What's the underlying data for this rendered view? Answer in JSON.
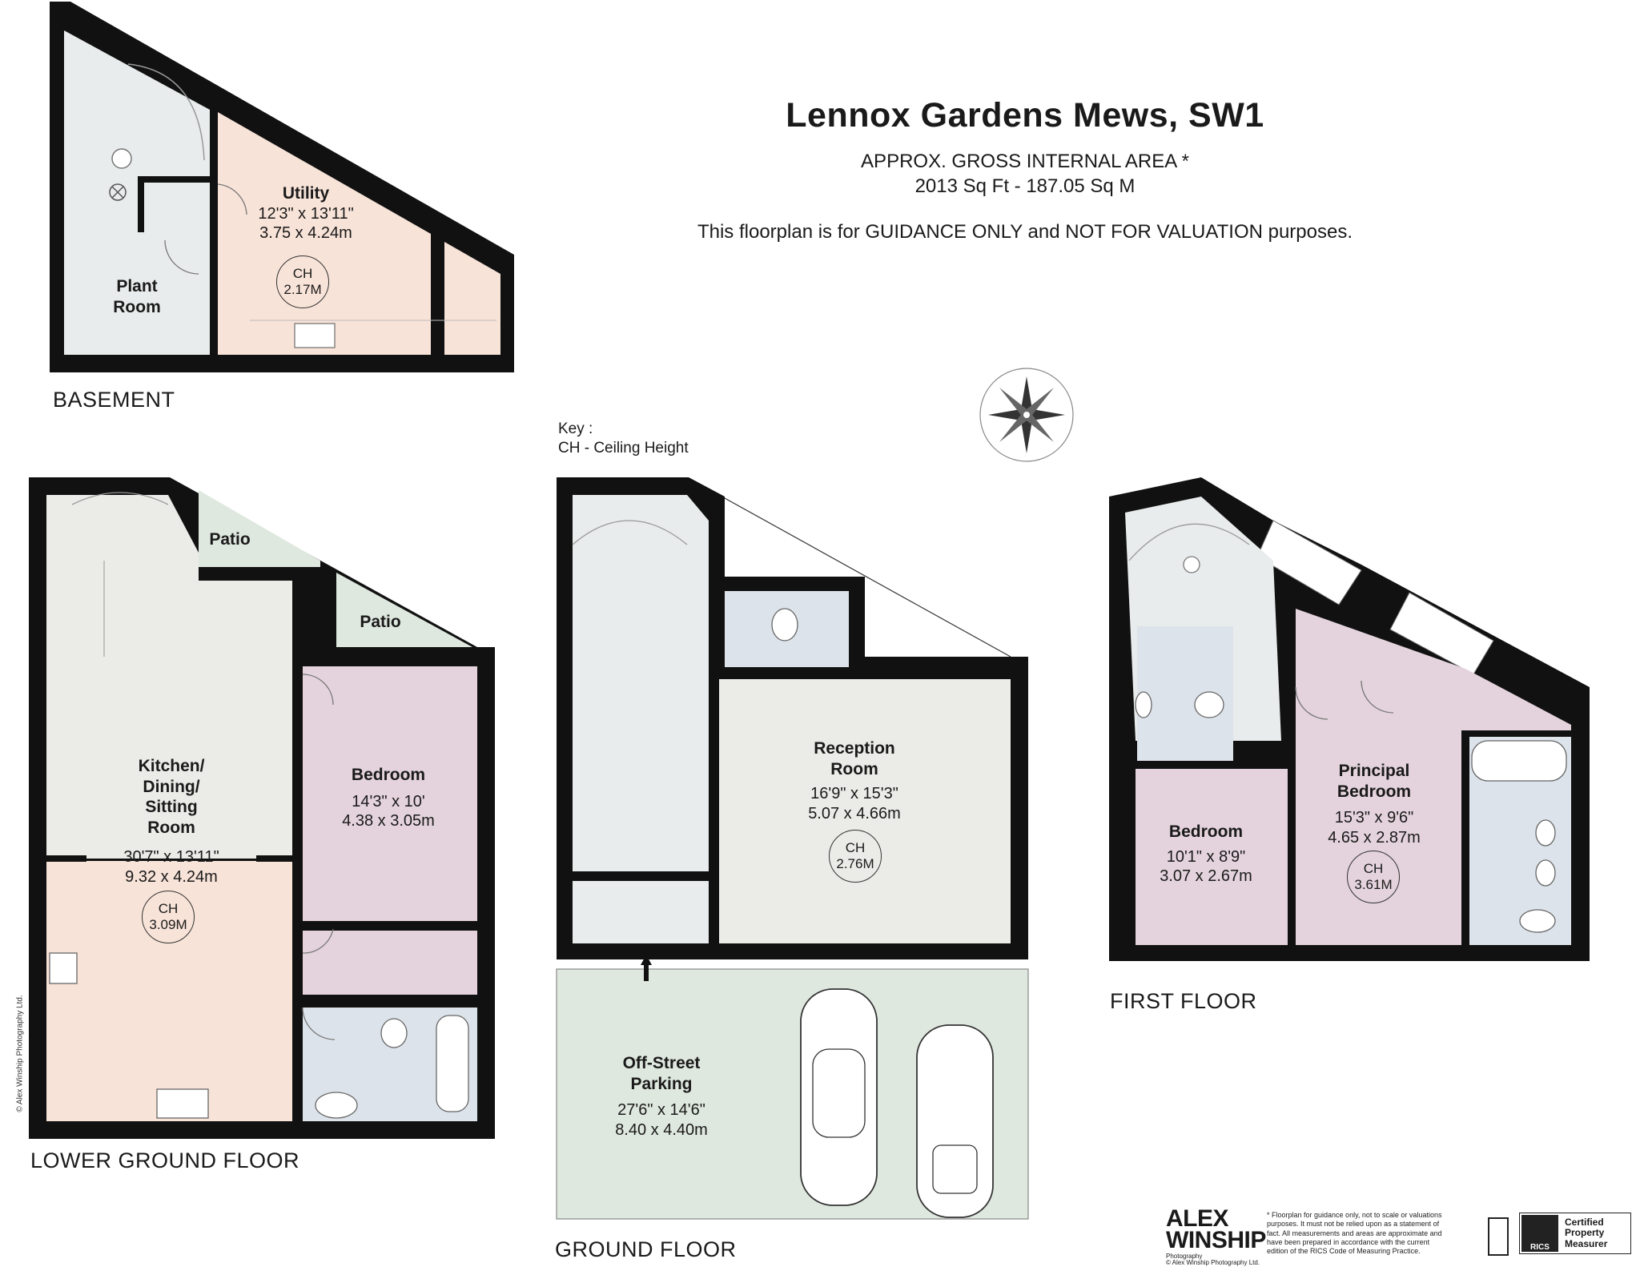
{
  "header": {
    "title": "Lennox Gardens Mews, SW1",
    "area_label": "APPROX. GROSS INTERNAL  AREA *",
    "area_value": "2013 Sq Ft  -  187.05 Sq M",
    "guidance": "This floorplan is for GUIDANCE ONLY and NOT FOR VALUATION purposes."
  },
  "key": {
    "title": "Key :",
    "entry": "CH - Ceiling Height"
  },
  "floors": {
    "basement": "BASEMENT",
    "lower_ground": "LOWER GROUND FLOOR",
    "ground": "GROUND FLOOR",
    "first": "FIRST FLOOR"
  },
  "rooms": {
    "plant_room": {
      "name": "Plant\nRoom"
    },
    "utility": {
      "name": "Utility",
      "imperial": "12'3\" x 13'11\"",
      "metric": "3.75 x 4.24m",
      "ch_label": "CH",
      "ch_value": "2.17M"
    },
    "patio_1": {
      "name": "Patio"
    },
    "patio_2": {
      "name": "Patio"
    },
    "kitchen": {
      "name": "Kitchen/\nDining/\nSitting\nRoom",
      "imperial": "30'7\" x 13'11\"",
      "metric": "9.32 x 4.24m",
      "ch_label": "CH",
      "ch_value": "3.09M"
    },
    "lg_bedroom": {
      "name": "Bedroom",
      "imperial": "14'3\" x 10'",
      "metric": "4.38 x 3.05m"
    },
    "reception": {
      "name": "Reception\nRoom",
      "imperial": "16'9\" x 15'3\"",
      "metric": "5.07 x 4.66m",
      "ch_label": "CH",
      "ch_value": "2.76M"
    },
    "parking": {
      "name": "Off-Street\nParking",
      "imperial": "27'6\" x 14'6\"",
      "metric": "8.40 x 4.40m"
    },
    "ff_bedroom": {
      "name": "Bedroom",
      "imperial": "10'1\" x 8'9\"",
      "metric": "3.07 x 2.67m"
    },
    "principal": {
      "name": "Principal\nBedroom",
      "imperial": "15'3\" x 9'6\"",
      "metric": "4.65 x 2.87m",
      "ch_label": "CH",
      "ch_value": "3.61M"
    }
  },
  "footer": {
    "logo_line1": "ALEX",
    "logo_line2": "WINSHIP",
    "logo_sub": "Photography",
    "logo_credit": "© Alex Winship Photography Ltd.",
    "disclaimer": "* Floorplan for guidance only, not to scale or valuations purposes. It must not be relied upon as a statement of fact. All measurements and areas are approximate and have been prepared in accordance with the current edition of the RICS Code of Measuring Practice.",
    "rics_line1": "Certified",
    "rics_line2": "Property",
    "rics_line3": "Measurer",
    "rics_mark": "RICS",
    "side_copyright": "© Alex Winship Photography Ltd."
  },
  "colors": {
    "wall": "#111111",
    "peach": "#f8e3d8",
    "grey": "#ebebe7",
    "mauve": "#e4d3dc",
    "blue": "#dde3ea",
    "green": "#dfe8df",
    "lightgrey": "#e9ecec"
  }
}
